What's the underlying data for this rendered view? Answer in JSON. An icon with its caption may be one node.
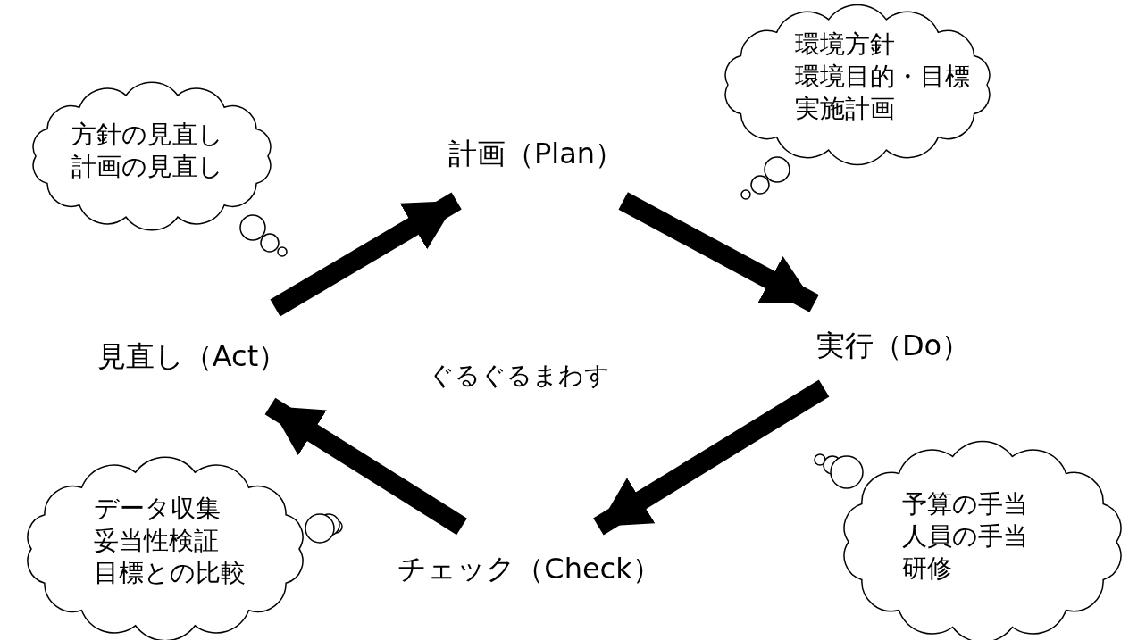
{
  "diagram": {
    "nodes": [
      {
        "text": [
          "計画（Plan）"
        ]
      },
      {
        "text": [
          "実行（Do）"
        ]
      },
      {
        "text": [
          "チェック（Check）"
        ]
      },
      {
        "text": [
          "見直し（Act）"
        ]
      },
      {
        "text": [
          "方針の見直し",
          "計画の見直し"
        ]
      },
      {
        "text": [
          "環境方針",
          "環境目的・目標",
          "実施計画"
        ]
      },
      {
        "text": [
          "データ収集",
          "妥当性検証",
          "目標との比較"
        ]
      },
      {
        "text": [
          "予算の手当",
          "人員の手当",
          "研修"
        ]
      }
    ],
    "edges": [
      {
        "from": 3,
        "to": 0,
        "arrow": "to"
      },
      {
        "from": 0,
        "to": 1,
        "arrow": "to"
      },
      {
        "from": 1,
        "to": 2,
        "arrow": "to"
      },
      {
        "from": 2,
        "to": 3,
        "arrow": "to"
      }
    ],
    "labels": [
      "ぐるぐるまわす"
    ]
  }
}
